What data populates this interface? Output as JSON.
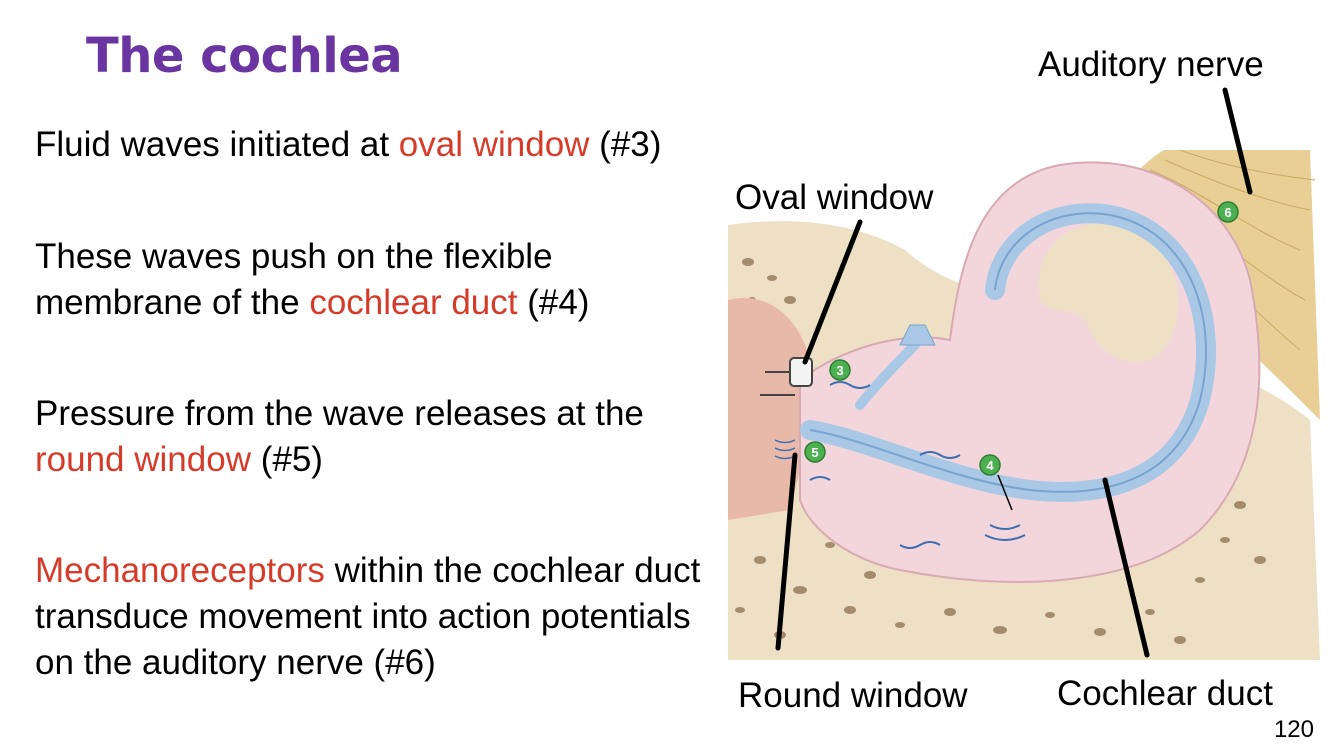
{
  "slide": {
    "title": "The cochlea",
    "page_number": "120"
  },
  "paragraphs": [
    {
      "a": "Fluid waves initiated at ",
      "hl": "oval window",
      "b": " (#3)",
      "c": "",
      "d": ""
    },
    {
      "a": "These waves push on the flexible membrane of the ",
      "hl": "cochlear duct",
      "b": " (#4)"
    },
    {
      "a": "Pressure from the wave releases at the ",
      "hl": "round window",
      "b": " (#5)"
    },
    {
      "a": "",
      "hl": "Mechanoreceptors",
      "b": " within the cochlear duct transduce movement into action potentials on the auditory nerve (#6)"
    }
  ],
  "diagram": {
    "labels": {
      "auditory_nerve": "Auditory nerve",
      "oval_window": "Oval window",
      "round_window": "Round window",
      "cochlear_duct": "Cochlear duct"
    },
    "markers": [
      "3",
      "4",
      "5",
      "6"
    ]
  },
  "colors": {
    "title": "#6a35a0",
    "highlight": "#d63b2a",
    "marker": "#4caf50",
    "duct_blue": "#a9c8e6",
    "duct_pink": "#f3d6dc",
    "bone": "#eee0c4",
    "nerve": "#e9cf95"
  }
}
